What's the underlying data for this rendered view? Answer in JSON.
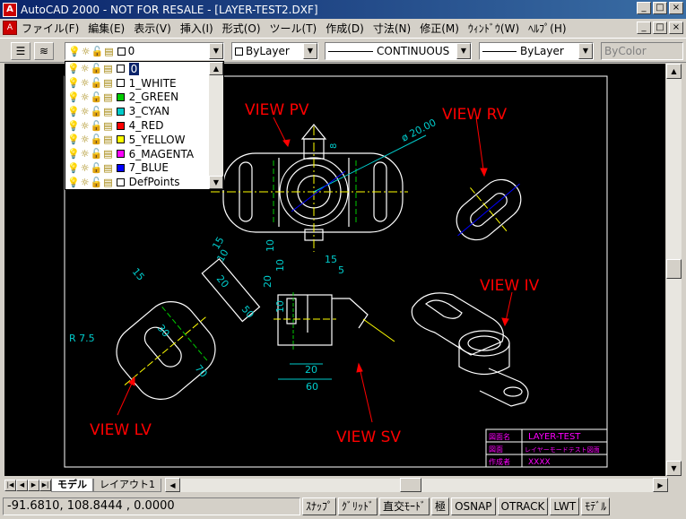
{
  "window": {
    "title": "AutoCAD 2000 - NOT FOR RESALE - [LAYER-TEST2.DXF]",
    "minimize": "_",
    "maximize": "□",
    "close": "×"
  },
  "menu": [
    "ファイル(F)",
    "編集(E)",
    "表示(V)",
    "挿入(I)",
    "形式(O)",
    "ツール(T)",
    "作成(D)",
    "寸法(N)",
    "修正(M)",
    "ｳｨﾝﾄﾞｳ(W)",
    "ﾍﾙﾌﾟ(H)"
  ],
  "toolbar": {
    "layer_combo_value": "0",
    "color_combo_value": "ByLayer",
    "linetype_combo_value": "CONTINUOUS",
    "lineweight_combo_value": "ByLayer",
    "plotstyle_combo_value": "ByColor"
  },
  "layers": [
    {
      "name": "0",
      "color": "#ffffff",
      "selected": true
    },
    {
      "name": "1_WHITE",
      "color": "#ffffff",
      "selected": false
    },
    {
      "name": "2_GREEN",
      "color": "#00cc00",
      "selected": false
    },
    {
      "name": "3_CYAN",
      "color": "#00cccc",
      "selected": false
    },
    {
      "name": "4_RED",
      "color": "#ff0000",
      "selected": false
    },
    {
      "name": "5_YELLOW",
      "color": "#ffff00",
      "selected": false
    },
    {
      "name": "6_MAGENTA",
      "color": "#ff00ff",
      "selected": false
    },
    {
      "name": "7_BLUE",
      "color": "#0000ff",
      "selected": false
    },
    {
      "name": "DefPoints",
      "color": "#ffffff",
      "selected": false
    }
  ],
  "drawing": {
    "labels": {
      "view_pv": "VIEW PV",
      "view_rv": "VIEW RV",
      "view_iv": "VIEW IV",
      "view_lv": "VIEW LV",
      "view_sv": "VIEW SV"
    },
    "dimensions": {
      "diameter": "ø 20.00",
      "d10a": "10",
      "d15a": "15",
      "d20a": "20",
      "d50": "50",
      "d10b": "10",
      "d15b": "15",
      "d5": "5",
      "d20b": "20",
      "d10c": "10",
      "d10d": "10",
      "d20c": "20",
      "d60": "60",
      "d15c": "15",
      "r75": "R 7.5",
      "d30": "30",
      "d70": "70",
      "d8": "8"
    },
    "title_block": {
      "row1_label": "図面名",
      "row1_value": "LAYER-TEST",
      "row2_label": "図面",
      "row2_value": "レイヤーモードテスト図面",
      "row3_label": "作成者",
      "row3_value": "XXXX"
    }
  },
  "tabs": {
    "model": "モデル",
    "layout1": "レイアウト1"
  },
  "status": {
    "coords": "-91.6810, 108.8444 , 0.0000",
    "toggles": [
      "ｽﾅｯﾌﾟ",
      "ｸﾞﾘｯﾄﾞ",
      "直交ﾓｰﾄﾞ",
      "極",
      "OSNAP",
      "OTRACK",
      "LWT",
      "ﾓﾃﾞﾙ"
    ]
  }
}
